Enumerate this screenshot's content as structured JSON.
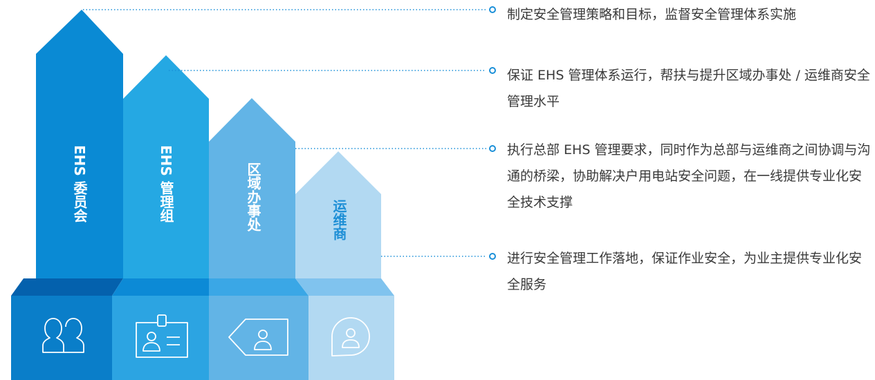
{
  "levels": [
    {
      "label": "EHS 委员会",
      "description": "制定安全管理策略和目标，监督安全管理体系实施",
      "icon": "two-people-icon",
      "color": "#0a8ad4"
    },
    {
      "label": "EHS 管理组",
      "description": "保证 EHS 管理体系运行，帮扶与提升区域办事处 / 运维商安全管理水平",
      "icon": "id-badge-icon",
      "color": "#25a8e3"
    },
    {
      "label": "区域办事处",
      "description": "执行总部 EHS 管理要求，同时作为总部与运维商之间协调与沟通的桥梁，协助解决户用电站安全问题，在一线提供专业化安全技术支撑",
      "icon": "tag-person-icon",
      "color": "#62b4e6"
    },
    {
      "label": "运维商",
      "description": "进行安全管理工作落地，保证作业安全，为业主提供专业化安全服务",
      "icon": "person-bubble-icon",
      "color": "#b2d9f2"
    }
  ]
}
